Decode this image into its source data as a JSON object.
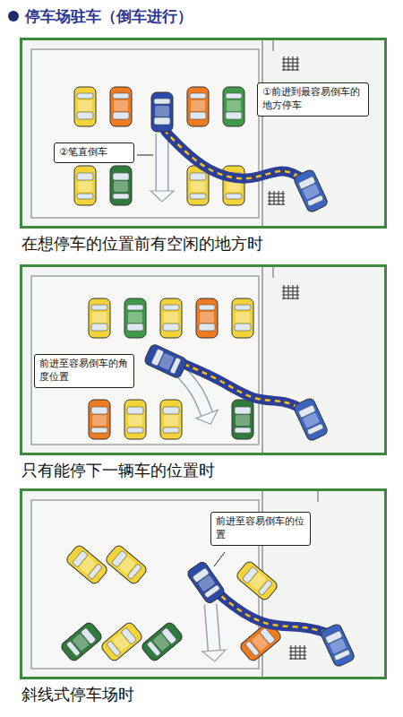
{
  "diagram": {
    "title": "停车场驻车（倒车进行）",
    "nodes": [
      {
        "text": [
          "在想停车的位置前有空闲的地方时"
        ]
      },
      {
        "text": [
          "①前进到最容易倒车的地方停车"
        ],
        "in": 0
      },
      {
        "text": [
          "②笔直倒车"
        ],
        "in": 0
      },
      {
        "text": [
          "只有能停下一辆车的位置时"
        ]
      },
      {
        "text": [
          "前进至容易倒车的角度位置"
        ],
        "in": 3
      },
      {
        "text": [
          "斜线式停车场时"
        ]
      },
      {
        "text": [
          "前进至容易倒车的位置"
        ],
        "in": 5
      }
    ]
  }
}
